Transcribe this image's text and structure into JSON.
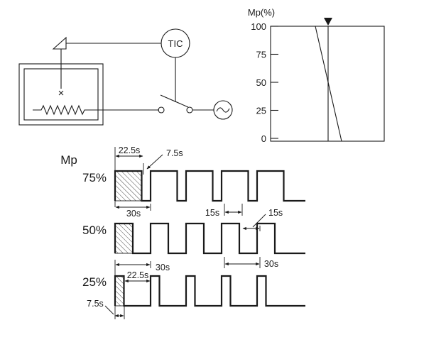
{
  "controller": {
    "label": "TIC"
  },
  "gauge": {
    "axis_label": "Mp(%)",
    "ticks": [
      "100",
      "75",
      "50",
      "25",
      "0"
    ]
  },
  "waveforms": {
    "title": "Mp",
    "rows": [
      {
        "label": "75%",
        "on_s": 22.5,
        "off_s": 7.5
      },
      {
        "label": "50%",
        "on_s": 15,
        "off_s": 15
      },
      {
        "label": "25%",
        "on_s": 7.5,
        "off_s": 22.5
      }
    ],
    "annotations": {
      "r1_on": "22.5s",
      "r1_off": "7.5s",
      "r1_period": "30s",
      "r2_on": "15s",
      "r2_off": "15s",
      "r3_period_a": "30s",
      "r3_period_b": "30s",
      "r3_off": "22.5s",
      "r3_on": "7.5s"
    }
  }
}
